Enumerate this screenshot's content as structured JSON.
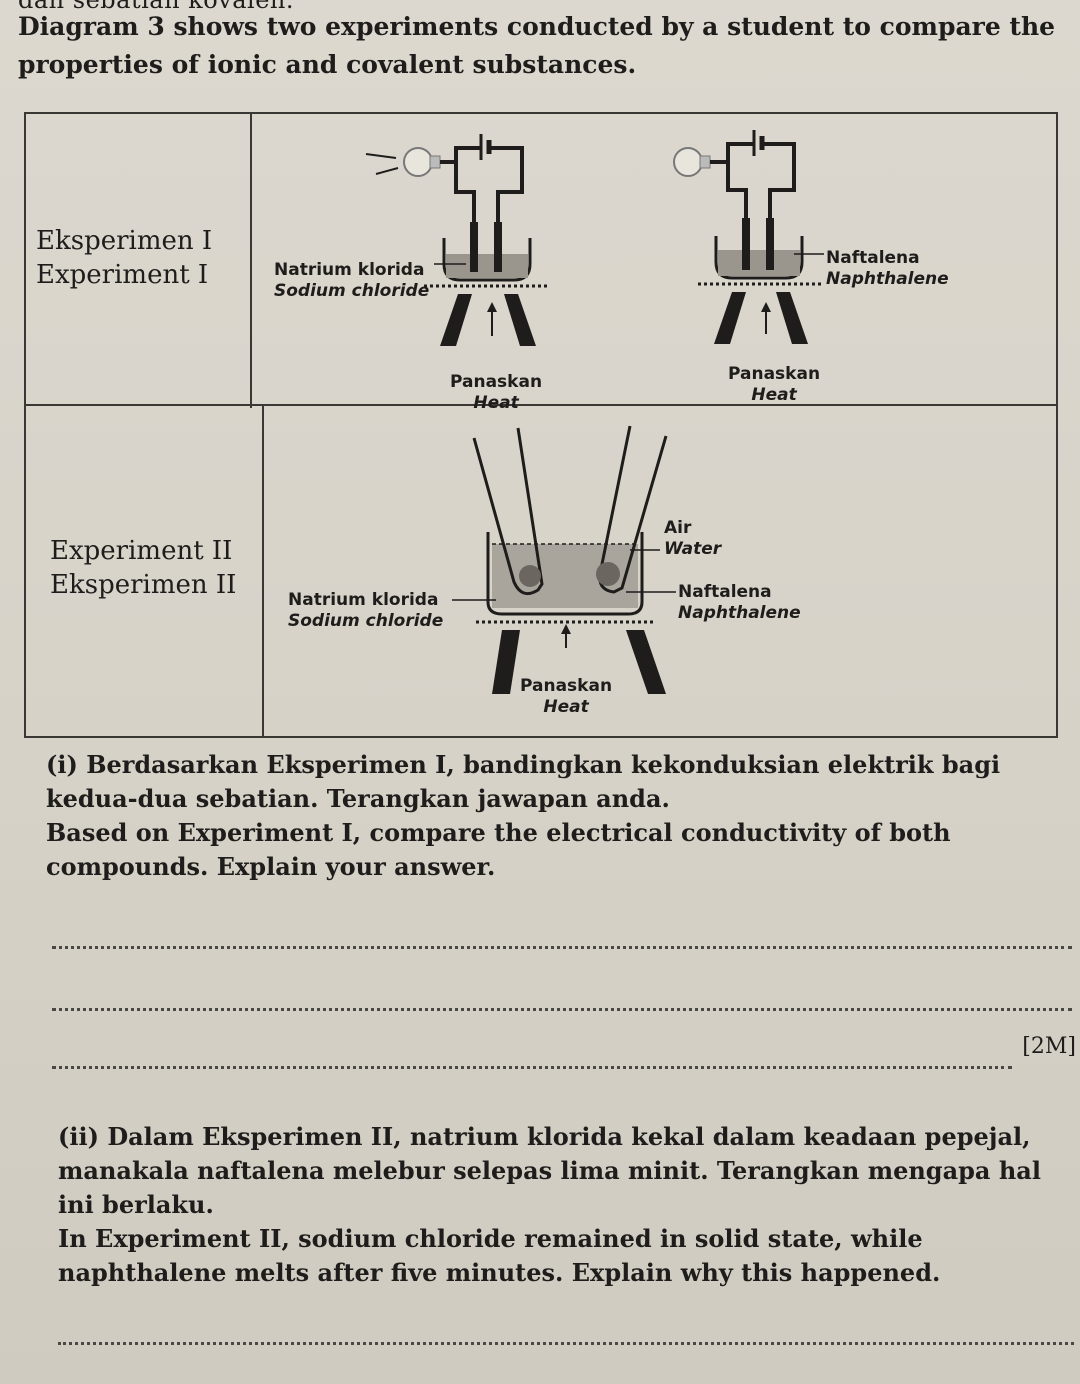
{
  "header": {
    "top_text": "dan sebatian kovalen.",
    "intro": "Diagram 3 shows two experiments conducted by a student to compare the properties of ionic and covalent substances."
  },
  "table": {
    "row1": {
      "label_ms": "Eksperimen I",
      "label_en": "Experiment I",
      "left_substance_ms": "Natrium klorida",
      "left_substance_en": "Sodium chloride",
      "left_heat_ms": "Panaskan",
      "left_heat_en": "Heat",
      "right_substance_ms": "Naftalena",
      "right_substance_en": "Naphthalene",
      "right_heat_ms": "Panaskan",
      "right_heat_en": "Heat"
    },
    "row2": {
      "label_en": "Experiment II",
      "label_ms": "Eksperimen II",
      "water_ms": "Air",
      "water_en": "Water",
      "left_substance_ms": "Natrium klorida",
      "left_substance_en": "Sodium chloride",
      "right_substance_ms": "Naftalena",
      "right_substance_en": "Naphthalene",
      "heat_ms": "Panaskan",
      "heat_en": "Heat"
    }
  },
  "questions": {
    "q1": {
      "number": "(i)",
      "text_ms": "Berdasarkan Eksperimen I, bandingkan kekonduksian elektrik bagi kedua-dua sebatian. Terangkan jawapan anda.",
      "text_en": "Based on Experiment I, compare the electrical conductivity of both compounds. Explain your answer.",
      "marks": "[2M]"
    },
    "q2": {
      "number": "(ii)",
      "text_ms": "Dalam Eksperimen II, natrium klorida kekal dalam keadaan pepejal, manakala naftalena melebur selepas lima minit. Terangkan mengapa hal ini berlaku.",
      "text_en": "In Experiment II, sodium chloride remained in solid state, while naphthalene melts after five minutes. Explain why this happened."
    }
  }
}
